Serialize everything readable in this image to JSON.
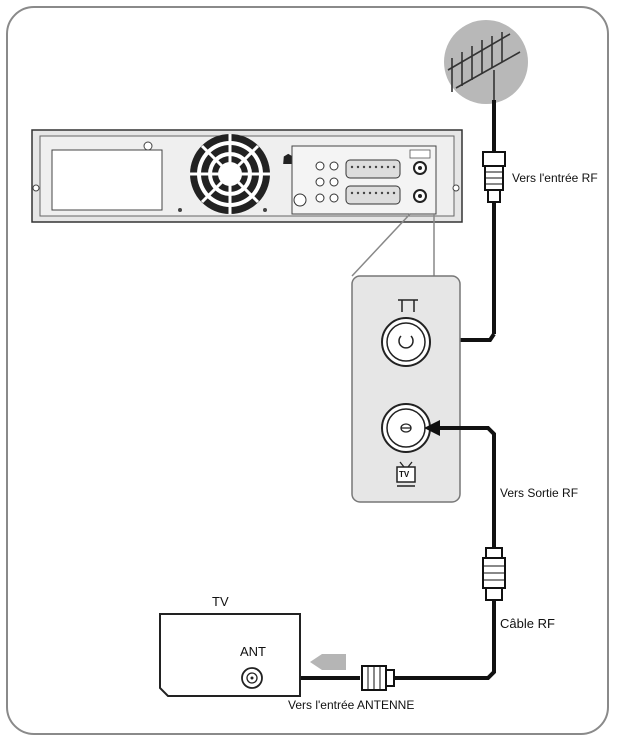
{
  "labels": {
    "rf_input": "Vers l'entrée RF",
    "rf_output": "Vers Sortie RF",
    "rf_cable": "Câble RF",
    "tv_title": "TV",
    "tv_ant": "ANT",
    "antenna_input": "Vers l'entrée ANTENNE",
    "tv_badge": "TV"
  },
  "colors": {
    "frame": "#8a8a8a",
    "device_fill": "#e6e6e6",
    "cable": "#111111",
    "antenna_globe": "#b8b8b8",
    "arrow_grey": "#b5b5b5"
  }
}
